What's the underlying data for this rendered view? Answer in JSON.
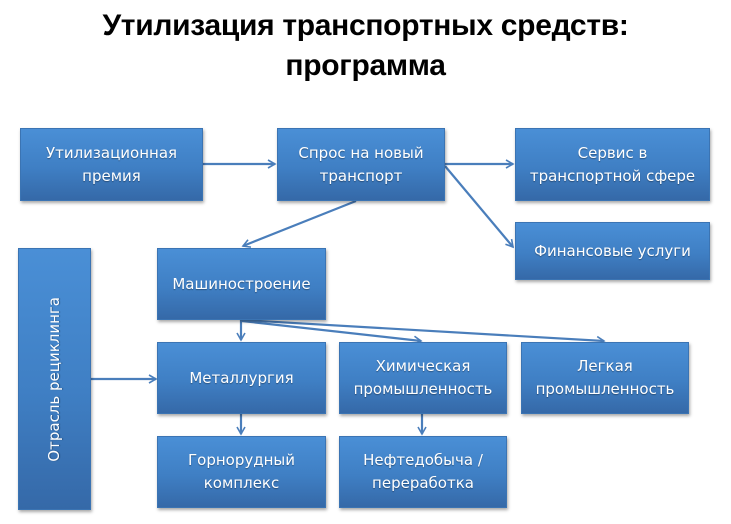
{
  "title": {
    "line1": "Утилизация транспортных средств:",
    "line2": "программа"
  },
  "nodes": {
    "premium": {
      "label": "Утилизационная премия"
    },
    "demand": {
      "label": "Спрос на новый транспорт"
    },
    "service": {
      "label": "Сервис в транспортной сфере"
    },
    "finance": {
      "label": "Финансовые услуги"
    },
    "machine": {
      "label": "Машиностроение"
    },
    "recycling": {
      "label": "Отрасль рециклинга"
    },
    "metallurgy": {
      "label": "Металлургия"
    },
    "chemical": {
      "label": "Химическая промышленность"
    },
    "light": {
      "label": "Легкая промышленность"
    },
    "mining": {
      "label": "Горнорудный комплекс"
    },
    "oil": {
      "label": "Нефтедобыча / переработка"
    }
  },
  "edges": [
    {
      "from": "premium",
      "to": "demand"
    },
    {
      "from": "demand",
      "to": "service"
    },
    {
      "from": "demand",
      "to": "finance"
    },
    {
      "from": "demand",
      "to": "machine"
    },
    {
      "from": "machine",
      "to": "metallurgy"
    },
    {
      "from": "machine",
      "to": "chemical"
    },
    {
      "from": "machine",
      "to": "light"
    },
    {
      "from": "recycling",
      "to": "metallurgy"
    },
    {
      "from": "metallurgy",
      "to": "mining"
    },
    {
      "from": "chemical",
      "to": "oil"
    }
  ],
  "colors": {
    "box_fill": "#4286cc",
    "arrow": "#4a7ebb",
    "text": "#ffffff"
  }
}
